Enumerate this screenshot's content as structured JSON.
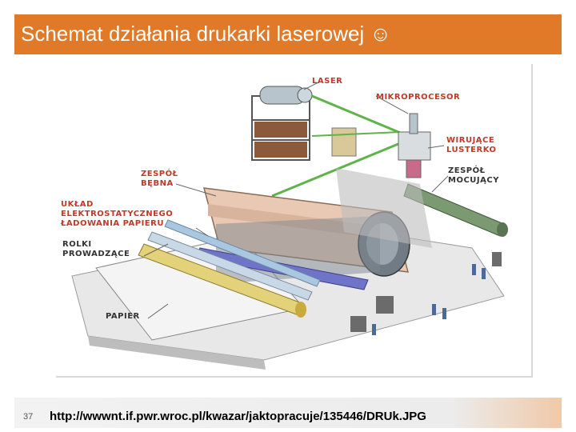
{
  "slide": {
    "title": "Schemat działania drukarki laserowej ☺",
    "page_number": "37",
    "source_url": "http://wwwnt.if.pwr.wroc.pl/kwazar/jaktopracuje/135446/DRUk.JPG"
  },
  "figure": {
    "labels": {
      "laser": "LASER",
      "mikroprocesor": "MIKROPROCESOR",
      "wirujace_1": "WIRUJĄCE",
      "wirujace_2": "LUSTERKO",
      "zespol_mocujacy_1": "ZESPÓŁ",
      "zespol_mocujacy_2": "MOCUJĄCY",
      "zespol_bebna_1": "ZESPÓŁ",
      "zespol_bebna_2": "BĘBNA",
      "uklad_1": "UKŁAD",
      "uklad_2": "ELEKTROSTATYCZNEGO",
      "uklad_3": "ŁADOWANIA PAPIERU",
      "rolki_1": "ROLKI",
      "rolki_2": "PROWADZĄCE",
      "papier": "PAPIER"
    }
  },
  "colors": {
    "title_bar": "#e07a28",
    "label_red": "#c0392b",
    "label_dark": "#333333"
  }
}
